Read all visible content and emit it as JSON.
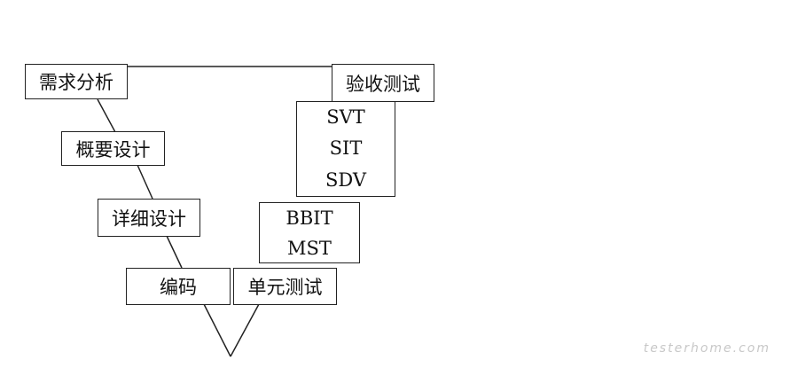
{
  "diagram": {
    "left_branch": [
      {
        "label": "需求分析"
      },
      {
        "label": "概要设计"
      },
      {
        "label": "详细设计"
      },
      {
        "label": "编码"
      }
    ],
    "right_branch": {
      "acceptance": {
        "label": "验收测试"
      },
      "system_stack": [
        "SVT",
        "SIT",
        "SDV"
      ],
      "integration_stack": [
        "BBIT",
        "MST"
      ],
      "unit": {
        "label": "单元测试"
      }
    }
  },
  "watermark": "testerhome.com"
}
